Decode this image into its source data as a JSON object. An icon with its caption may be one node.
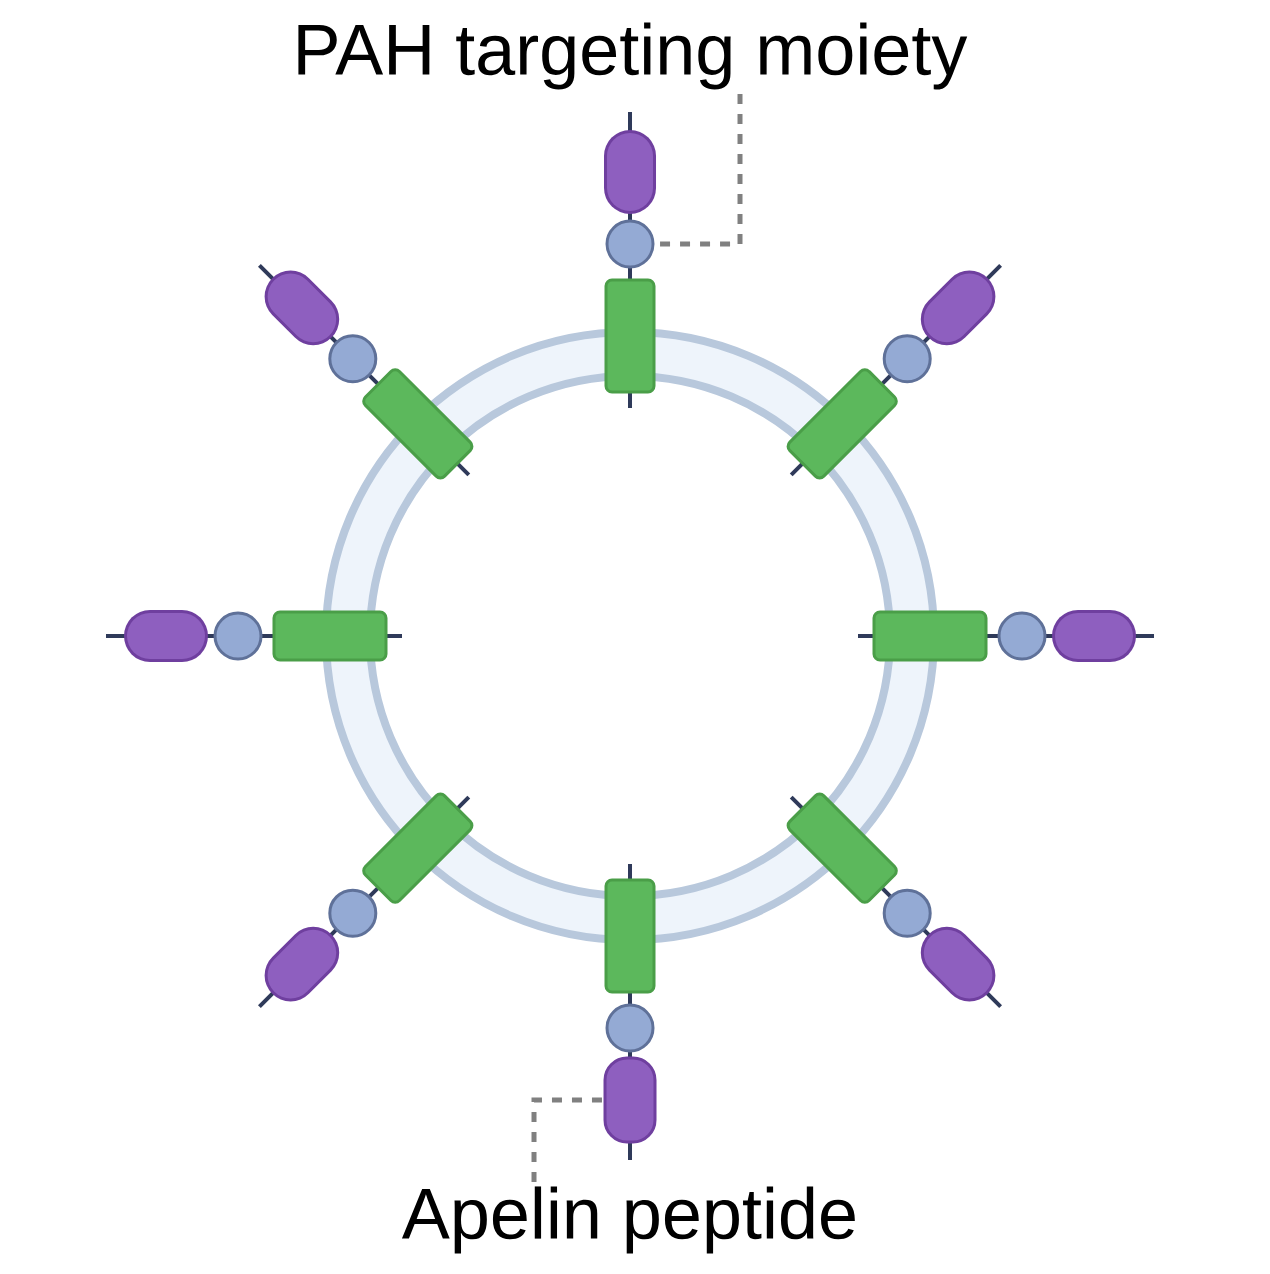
{
  "diagram": {
    "nodes": [
      {
        "text": [
          "PAH targeting moiety"
        ]
      },
      {
        "text": [],
        "shape": "circle"
      },
      {
        "text": [],
        "shape": "capsule"
      },
      {
        "text": [
          "Apelin peptide"
        ]
      }
    ],
    "edges": [
      {
        "from": 0,
        "to": 1,
        "arrow": "none",
        "style": "dashed"
      },
      {
        "from": 3,
        "to": 2,
        "arrow": "none",
        "style": "dashed"
      }
    ]
  }
}
